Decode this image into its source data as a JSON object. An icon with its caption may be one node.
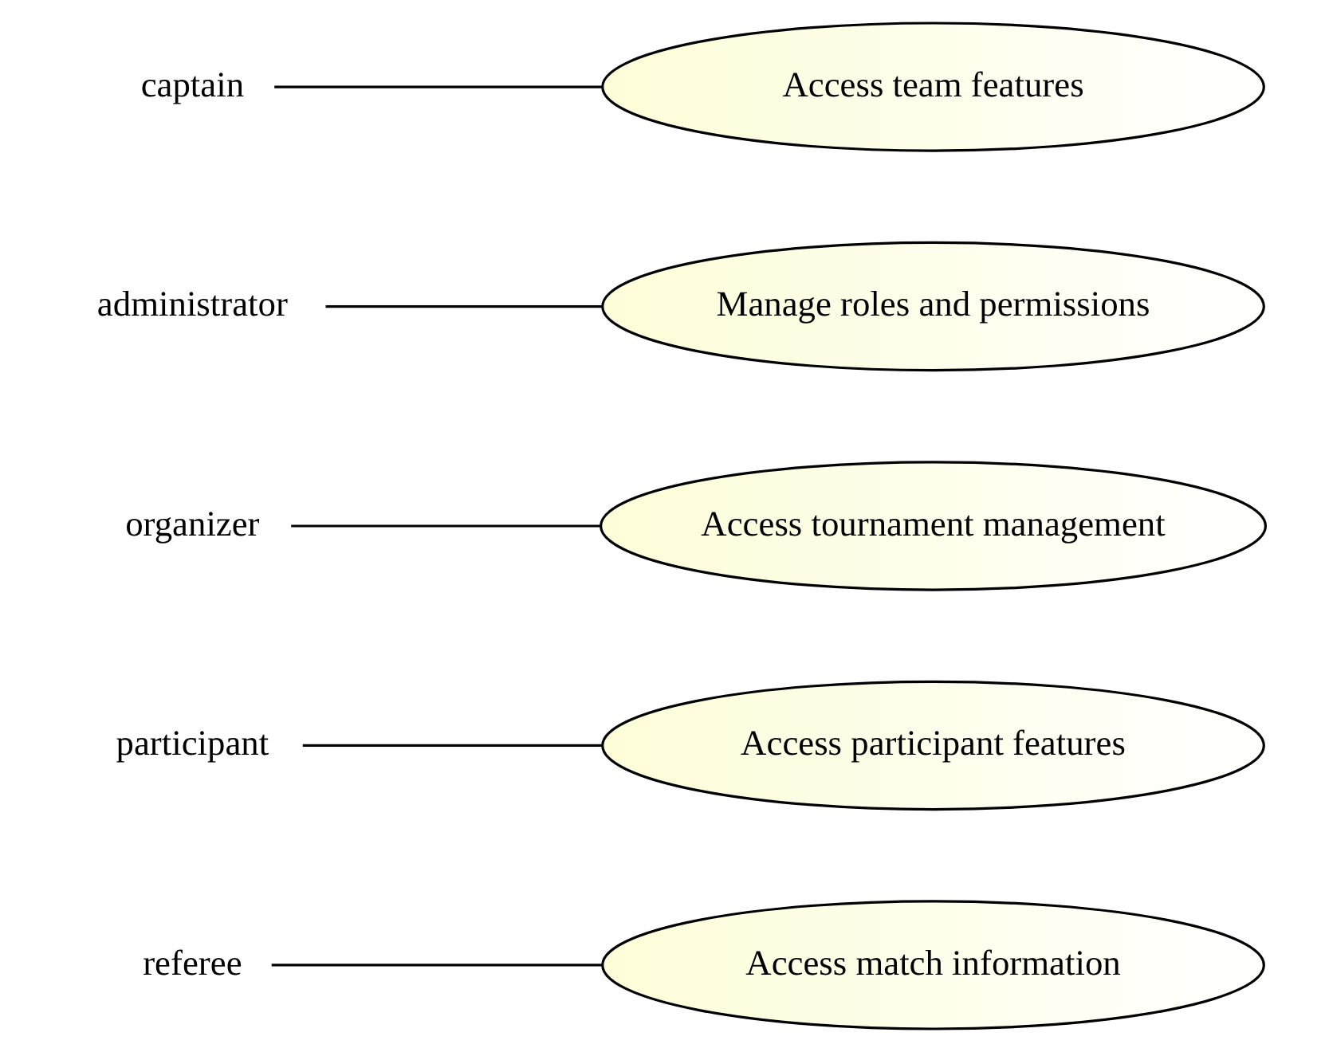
{
  "diagram": {
    "nodes": [
      {
        "text": [
          "referee"
        ]
      },
      {
        "text": [
          "Access match information"
        ]
      },
      {
        "text": [
          "participant"
        ]
      },
      {
        "text": [
          "Access participant features"
        ]
      },
      {
        "text": [
          "organizer"
        ]
      },
      {
        "text": [
          "Access tournament management"
        ]
      },
      {
        "text": [
          "administrator"
        ]
      },
      {
        "text": [
          "Manage roles and permissions"
        ]
      },
      {
        "text": [
          "captain"
        ]
      },
      {
        "text": [
          "Access team features"
        ]
      }
    ],
    "edges": [
      {
        "from": 0,
        "to": 1,
        "arrow": "none"
      },
      {
        "from": 2,
        "to": 3,
        "arrow": "none"
      },
      {
        "from": 4,
        "to": 5,
        "arrow": "none"
      },
      {
        "from": 6,
        "to": 7,
        "arrow": "none"
      },
      {
        "from": 8,
        "to": 9,
        "arrow": "none"
      }
    ]
  }
}
